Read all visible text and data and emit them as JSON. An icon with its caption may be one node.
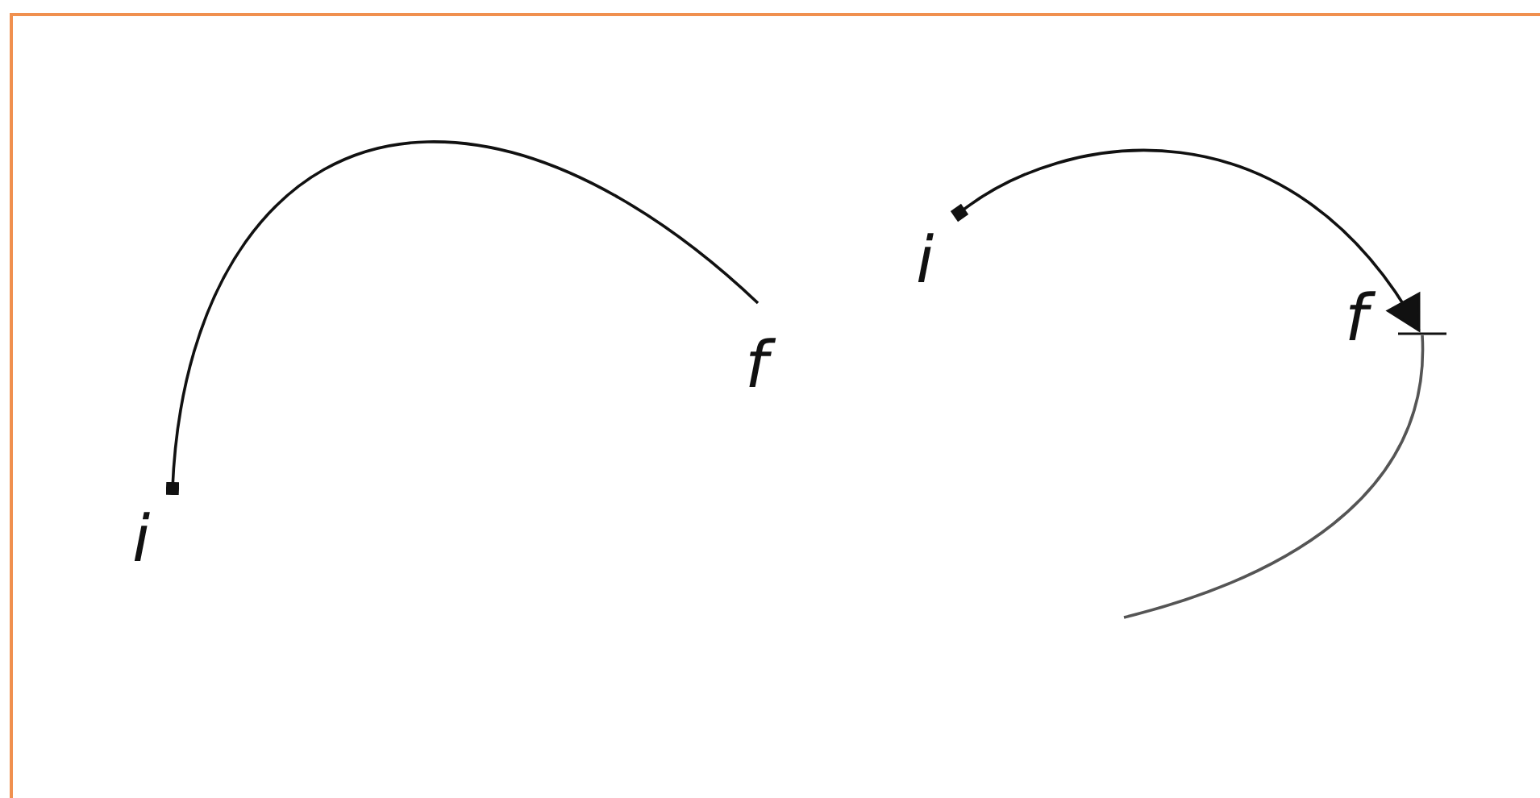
{
  "diagram": {
    "nodes": [
      {
        "text": [
          "i"
        ]
      },
      {
        "text": [
          "f"
        ]
      },
      {
        "text": [
          "i"
        ]
      },
      {
        "text": [
          "f"
        ]
      }
    ],
    "edges": [
      {
        "from": 0,
        "to": 1,
        "arrow": "other"
      },
      {
        "from": 2,
        "to": 3,
        "arrow": "to"
      },
      {
        "from": 3,
        "to": null,
        "arrow": "none",
        "color": "#555555"
      }
    ]
  }
}
